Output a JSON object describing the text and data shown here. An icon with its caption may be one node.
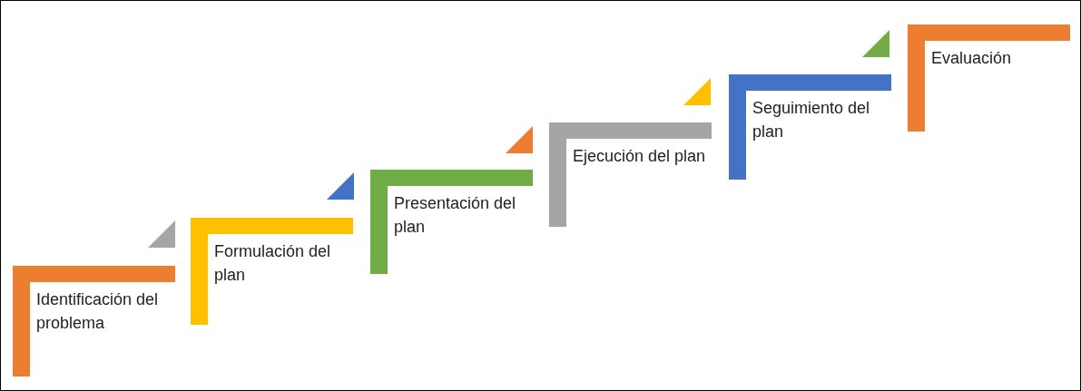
{
  "diagram": {
    "nodes": [
      {
        "text": [
          "Identificación del problema"
        ]
      },
      {
        "text": [
          "Formulación del plan"
        ]
      },
      {
        "text": [
          "Presentación del plan"
        ]
      },
      {
        "text": [
          "Ejecución del plan"
        ]
      },
      {
        "text": [
          "Seguimiento del plan"
        ]
      },
      {
        "text": [
          "Evaluación"
        ]
      }
    ]
  }
}
